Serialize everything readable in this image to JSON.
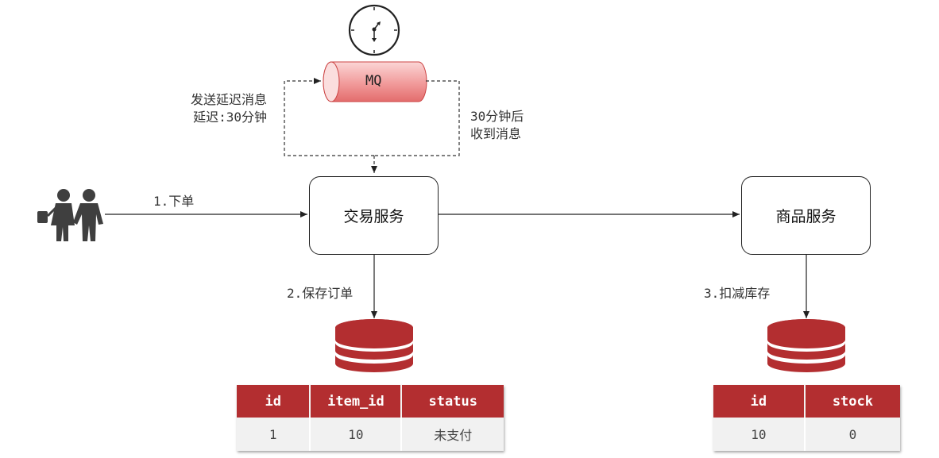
{
  "mq": {
    "label": "MQ"
  },
  "edges": {
    "send_delay": [
      "发送延迟消息",
      "延迟:30分钟"
    ],
    "receive_after": [
      "30分钟后",
      "收到消息"
    ],
    "place_order": "1.下单",
    "save_order": "2.保存订单",
    "deduct_stock": "3.扣减库存"
  },
  "nodes": {
    "trade_service": "交易服务",
    "item_service": "商品服务"
  },
  "order_table": {
    "columns": [
      "id",
      "item_id",
      "status"
    ],
    "rows": [
      [
        "1",
        "10",
        "未支付"
      ]
    ]
  },
  "stock_table": {
    "columns": [
      "id",
      "stock"
    ],
    "rows": [
      [
        "10",
        "0"
      ]
    ]
  },
  "colors": {
    "db_red": "#b32e30",
    "mq_fill_top": "#f9c9c9",
    "mq_fill_bottom": "#e06a6a",
    "person_gray": "#3f3f3f"
  },
  "icons": [
    "clock-icon",
    "message-queue-icon",
    "users-icon",
    "database-icon"
  ]
}
